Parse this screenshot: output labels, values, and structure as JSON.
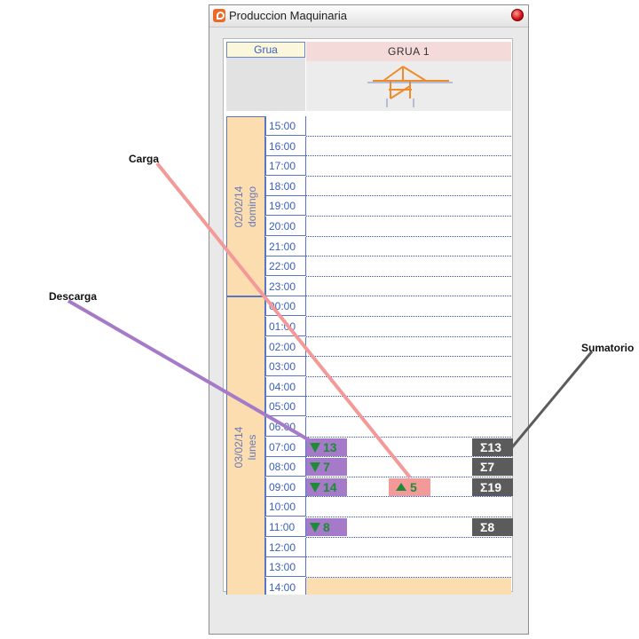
{
  "window": {
    "title": "Produccion Maquinaria"
  },
  "header": {
    "left_label": "Grua",
    "crane_name": "GRUA   1",
    "crane_icon": "crane-icon"
  },
  "days": [
    {
      "date": "02/02/14",
      "weekday": "domingo"
    },
    {
      "date": "03/02/14",
      "weekday": "lunes"
    }
  ],
  "hours": [
    "15:00",
    "16:00",
    "17:00",
    "18:00",
    "19:00",
    "20:00",
    "21:00",
    "22:00",
    "23:00",
    "00:00",
    "01:00",
    "02:00",
    "03:00",
    "04:00",
    "05:00",
    "06:00",
    "07:00",
    "08:00",
    "09:00",
    "10:00",
    "11:00",
    "12:00",
    "13:00",
    "14:00"
  ],
  "cells": {
    "descarga": [
      {
        "hour": "07:00",
        "value": "13"
      },
      {
        "hour": "08:00",
        "value": "7"
      },
      {
        "hour": "09:00",
        "value": "14"
      },
      {
        "hour": "11:00",
        "value": "8"
      }
    ],
    "carga": [
      {
        "hour": "09:00",
        "value": "5"
      }
    ],
    "sumatorio": [
      {
        "hour": "07:00",
        "value": "Σ13"
      },
      {
        "hour": "08:00",
        "value": "Σ7"
      },
      {
        "hour": "09:00",
        "value": "Σ19"
      },
      {
        "hour": "11:00",
        "value": "Σ8"
      }
    ]
  },
  "annotations": {
    "carga": "Carga",
    "descarga": "Descarga",
    "sumatorio": "Sumatorio"
  },
  "colors": {
    "descarga": "#a57ac8",
    "carga": "#f39a98",
    "sumatorio": "#5b5b5b",
    "day_band": "#fbddb0",
    "grid_blue": "#5577c6",
    "value_green": "#1f8a38"
  }
}
